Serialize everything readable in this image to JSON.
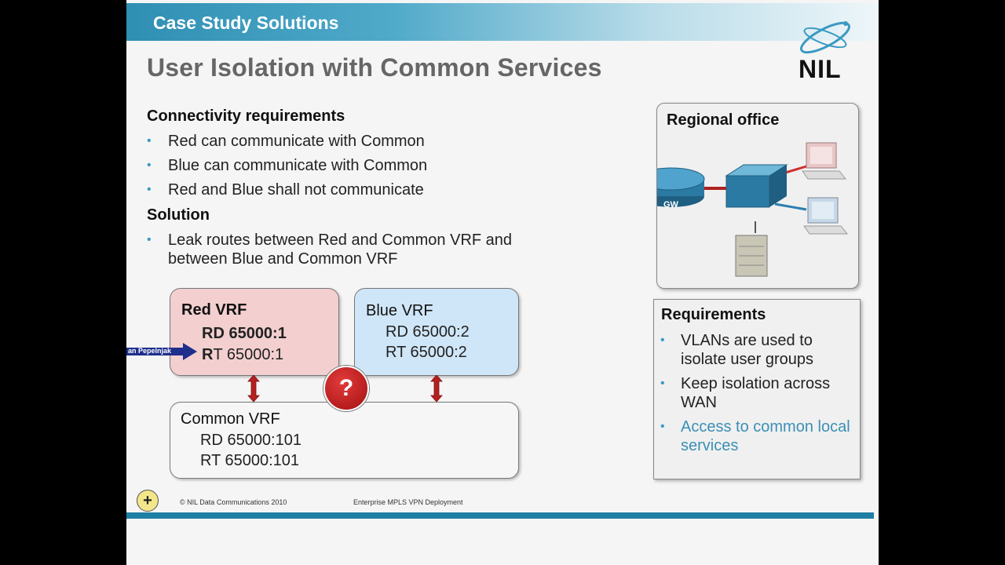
{
  "header": {
    "title": "Case Study Solutions"
  },
  "slide": {
    "title": "User Isolation with Common Services"
  },
  "logo": {
    "text": "NIL"
  },
  "connectivity": {
    "heading": "Connectivity requirements",
    "items": [
      "Red can communicate with Common",
      "Blue can communicate with Common",
      "Red and Blue shall not communicate"
    ]
  },
  "solution": {
    "heading": "Solution",
    "items": [
      "Leak routes between Red and Common VRF and between Blue and Common VRF"
    ]
  },
  "diagram": {
    "red": {
      "title": "Red VRF",
      "rd": "RD 65000:1",
      "rt_bold": "R",
      "rt_rest": "T 65000:1"
    },
    "blue": {
      "title": "Blue VRF",
      "rd": "RD 65000:2",
      "rt": "RT 65000:2"
    },
    "common": {
      "title": "Common VRF",
      "rd": "RD 65000:101",
      "rt": "RT 65000:101"
    },
    "question": "?",
    "pointer_label": "an Pepelnjak"
  },
  "regional": {
    "heading": "Regional office",
    "gw_label": "GW"
  },
  "requirements": {
    "heading": "Requirements",
    "items": [
      "VLANs are used to isolate user groups",
      "Keep isolation across WAN"
    ],
    "highlight": "Access to common local services"
  },
  "footer": {
    "plus": "+",
    "copyright": "© NIL Data Communications 2010",
    "course": "Enterprise MPLS VPN Deployment"
  },
  "colors": {
    "accent": "#3a9ac2",
    "header": "#2f8fb3",
    "red_vrf": "#f3cfcf",
    "blue_vrf": "#cfe6f8",
    "footer_bar": "#1e7fa5"
  }
}
